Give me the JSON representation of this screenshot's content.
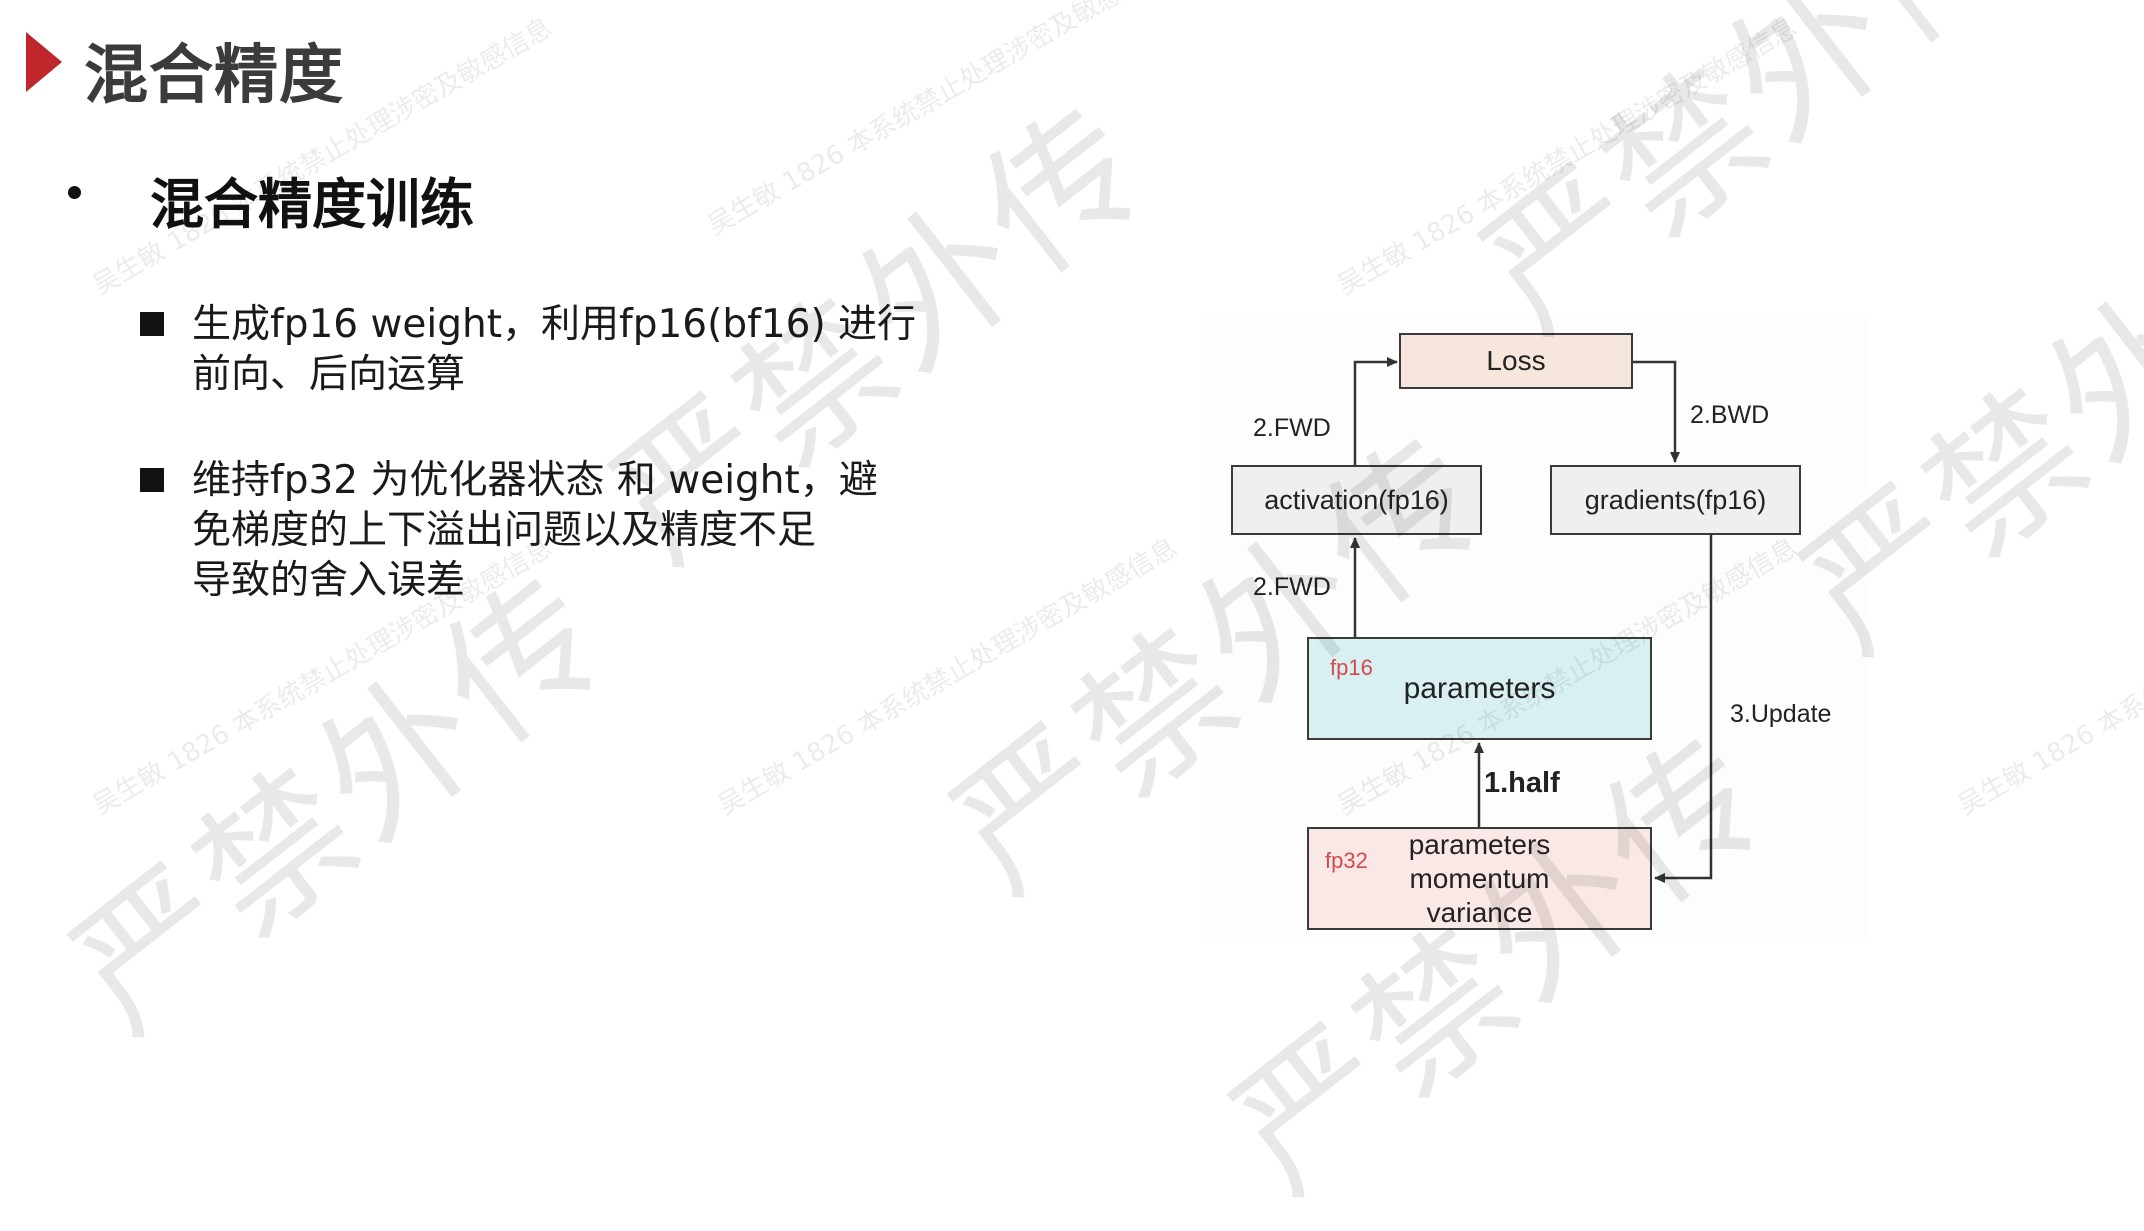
{
  "header": {
    "title": "混合精度",
    "arrow_color": "#c0272d"
  },
  "section": {
    "heading": "混合精度训练"
  },
  "points": [
    {
      "text_line1": "生成fp16 weight，利用fp16(bf16) 进行",
      "text_line2": "前向、后向运算"
    },
    {
      "text_line1": "维持fp32 为优化器状态 和 weight，避",
      "text_line2": "免梯度的上下溢出问题以及精度不足",
      "text_line3": "导致的舍入误差"
    }
  ],
  "diagram": {
    "loss": "Loss",
    "activation": "activation(fp16)",
    "gradients": "gradients(fp16)",
    "p16_tag": "fp16",
    "p16_label": "parameters",
    "p32_tag": "fp32",
    "p32_line1": "parameters",
    "p32_line2": "momentum",
    "p32_line3": "variance",
    "edge_fwd_top": "2.FWD",
    "edge_bwd": "2.BWD",
    "edge_fwd_mid": "2.FWD",
    "edge_update": "3.Update",
    "edge_half": "1.half",
    "colors": {
      "loss_fill": "#f7e6db",
      "p16_fill": "#d9f0f2",
      "p32_fill": "#f9e8e6",
      "tag_red": "#d34a4a"
    }
  },
  "watermark": {
    "big": "严禁外传",
    "small": "吴生敏 1826 本系统禁止处理涉密及敏感信息"
  }
}
